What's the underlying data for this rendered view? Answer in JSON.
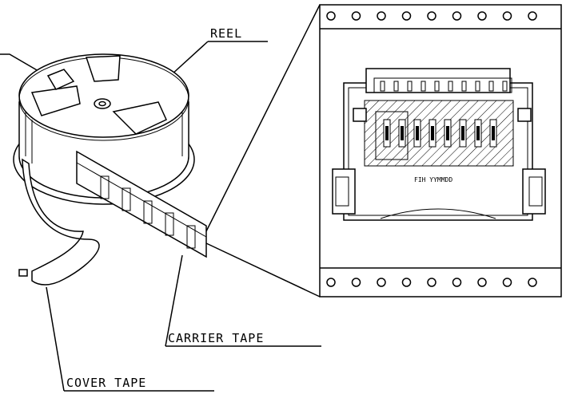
{
  "labels": {
    "reel": "REEL",
    "carrier_tape": "CARRIER TAPE",
    "cover_tape": "COVER TAPE"
  },
  "component_marking": "FIH YYMMDD",
  "colors": {
    "line": "#000000",
    "background": "#ffffff"
  }
}
